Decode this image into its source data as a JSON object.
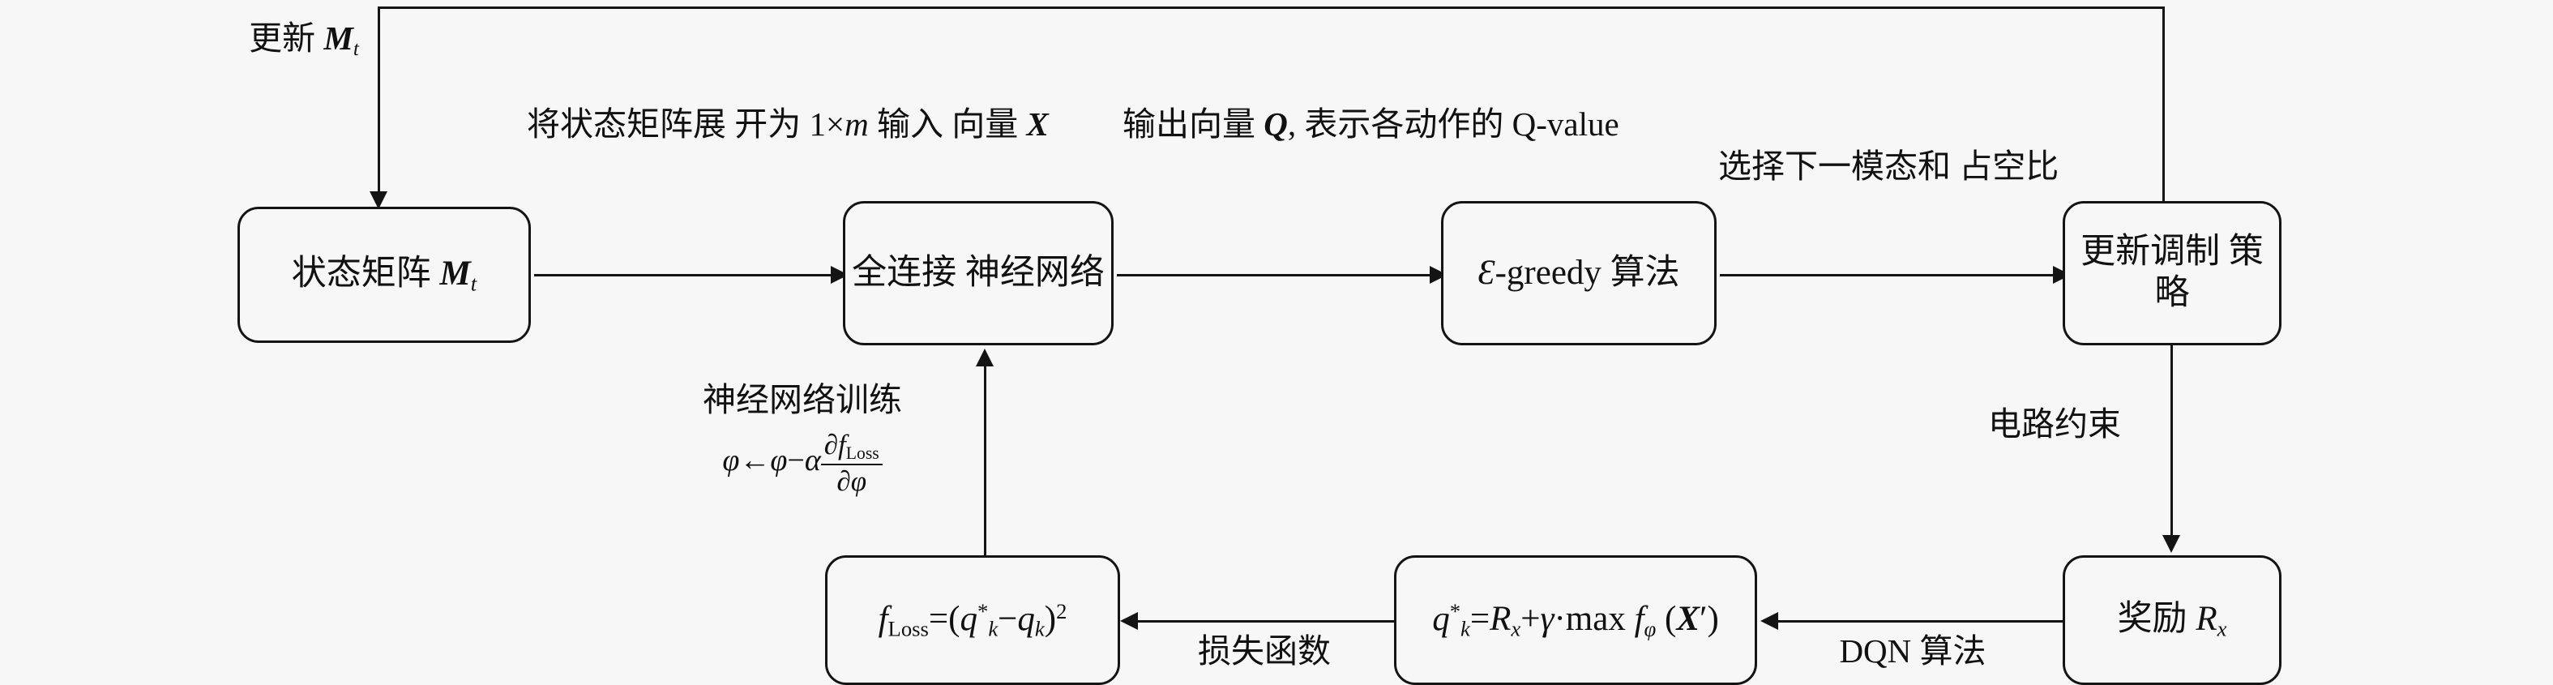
{
  "diagram": {
    "title": "DQN-based modulation strategy update flowchart",
    "stroke_color": "#141414",
    "background_color": "#f7f7f7"
  },
  "nodes": {
    "state_matrix": {
      "id": "state-matrix",
      "text": "状态矩阵 M t",
      "line1": "状态矩阵 "
    },
    "fc_network": {
      "id": "fc-network",
      "line1": "全连接",
      "line2": "神经网络"
    },
    "eps_greedy": {
      "id": "epsilon-greedy",
      "line1": "-greedy 算法",
      "eps": "Ɛ"
    },
    "update_policy": {
      "id": "update-policy",
      "line1": "更新调制",
      "line2": "策略"
    },
    "reward": {
      "id": "reward",
      "line1": "奖励 ",
      "sym": "R",
      "sub": "x"
    },
    "target_q": {
      "id": "target-q",
      "formula": "q*k = Rx + γ·max fφ(X′)"
    },
    "loss_fn": {
      "id": "loss-function",
      "formula": "fLoss = (q*k − qk)2"
    }
  },
  "edge_labels": {
    "update_state": {
      "id": "update-state",
      "line1": "更新",
      "line2": "M",
      "sub": "t"
    },
    "flatten_matrix": {
      "id": "flatten-matrix",
      "line1": "将状态矩阵展",
      "line2a": "开为 1×",
      "line2b": "m",
      "line2c": " 输入",
      "line3a": "向量 ",
      "line3b": "X"
    },
    "output_vector": {
      "id": "output-vector",
      "line1a": "输出向量 ",
      "line1b": "Q",
      "line1c": ",",
      "line2": "表示各动作的",
      "line3": "Q-value"
    },
    "select_action": {
      "id": "select-action",
      "line1": "选择下一模态和",
      "line2": "占空比"
    },
    "circuit_constraint": {
      "id": "circuit-constraint",
      "text": "电路约束"
    },
    "dqn_algorithm": {
      "id": "dqn-algorithm",
      "text": "DQN 算法"
    },
    "loss_function_lbl": {
      "id": "loss-function-label",
      "text": "损失函数"
    },
    "nn_training": {
      "id": "nn-training",
      "line1": "神经网络训练",
      "grad_lhs": "φ←φ−α",
      "grad_num": "∂f",
      "grad_num_sub": "Loss",
      "grad_den": "∂φ"
    }
  },
  "symbols": {
    "bold_M": "M",
    "bold_X": "X",
    "bold_Q": "Q",
    "italic_m": "m",
    "italic_R": "R",
    "italic_q": "q",
    "gamma": "γ",
    "alpha": "α",
    "phi": "φ",
    "epsilon": "Ɛ",
    "partial": "∂",
    "times": "×",
    "minus": "−",
    "cdot": "·",
    "prime": "′",
    "star": "*",
    "square": "2",
    "max": "max",
    "Loss": "Loss",
    "Qvalue": "Q-value",
    "greedy": "-greedy 算法",
    "left_arrow": "←",
    "eq": "=",
    "plus": "+",
    "lparen": "(",
    "rparen": ")"
  }
}
